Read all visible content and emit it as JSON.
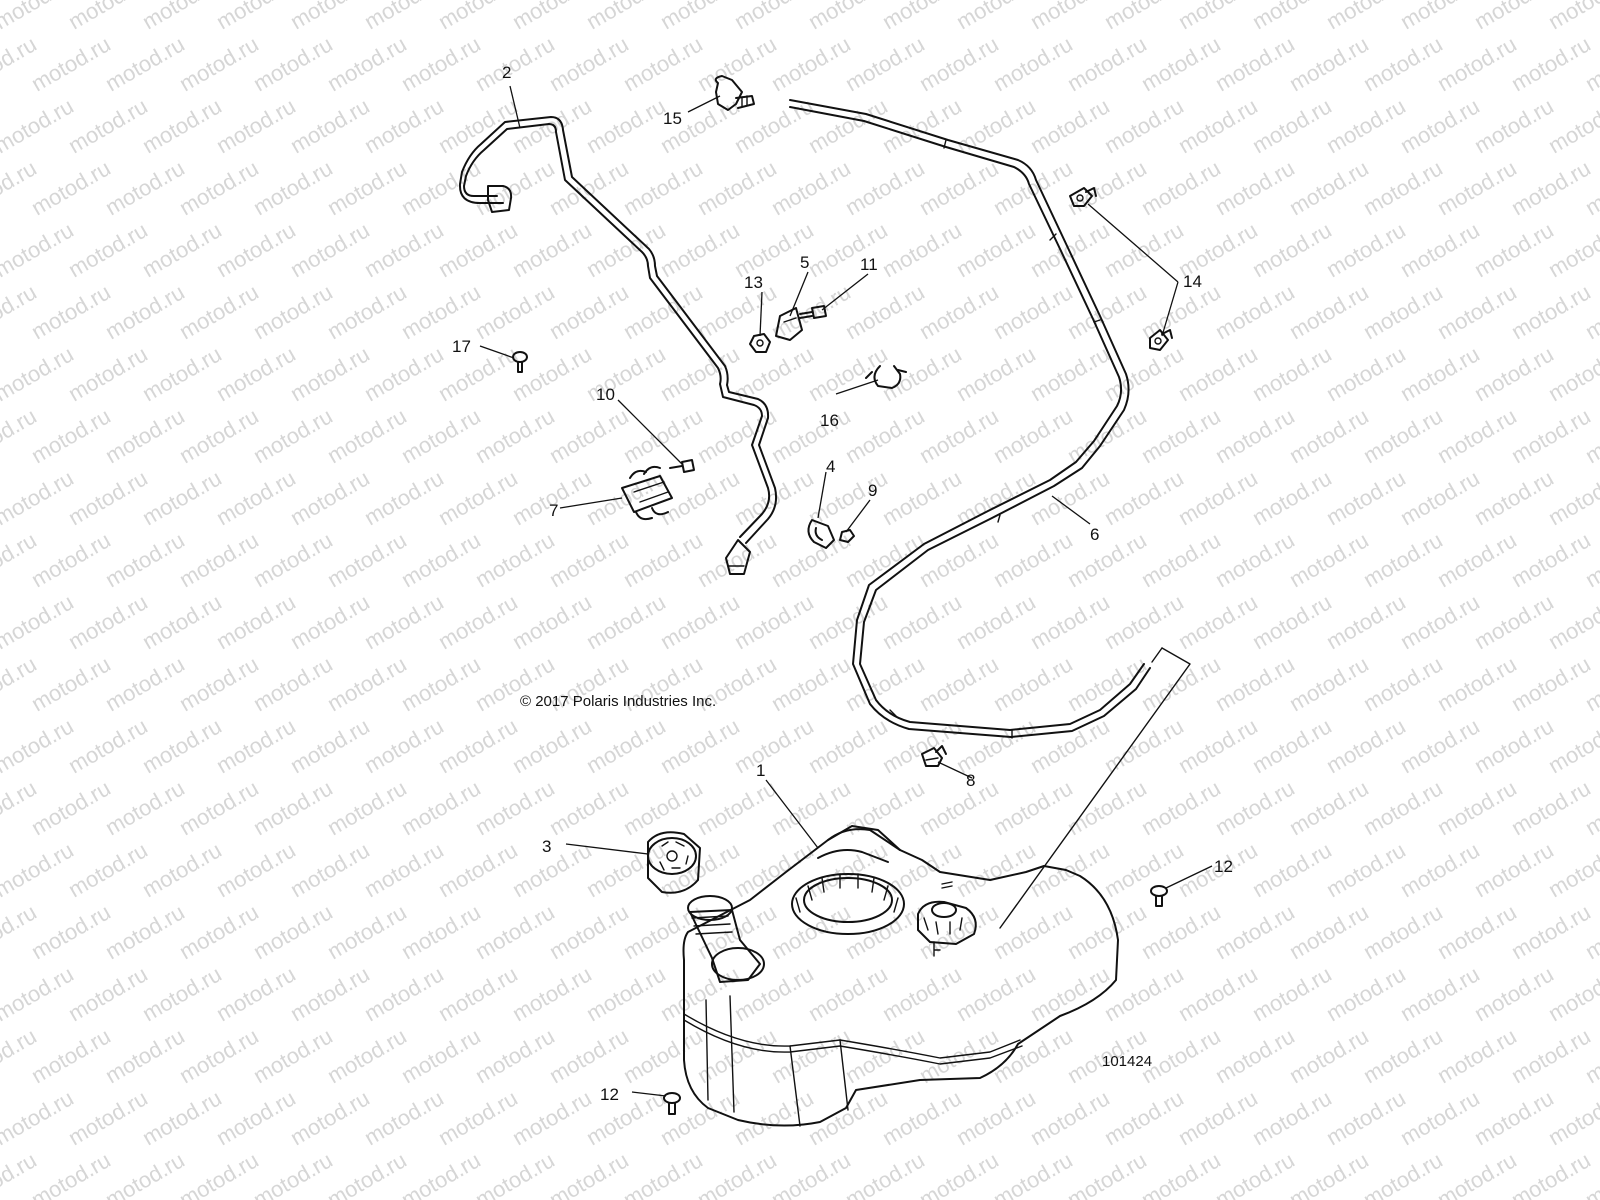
{
  "watermark_text": "motod.ru",
  "copyright": "© 2017 Polaris Industries Inc.",
  "diagram_id": "101424",
  "callouts": {
    "c1": "1",
    "c2": "2",
    "c3": "3",
    "c4": "4",
    "c5": "5",
    "c6": "6",
    "c7": "7",
    "c8": "8",
    "c9": "9",
    "c10": "10",
    "c11": "11",
    "c12a": "12",
    "c12b": "12",
    "c13": "13",
    "c14": "14",
    "c15": "15",
    "c16": "16",
    "c17": "17"
  }
}
